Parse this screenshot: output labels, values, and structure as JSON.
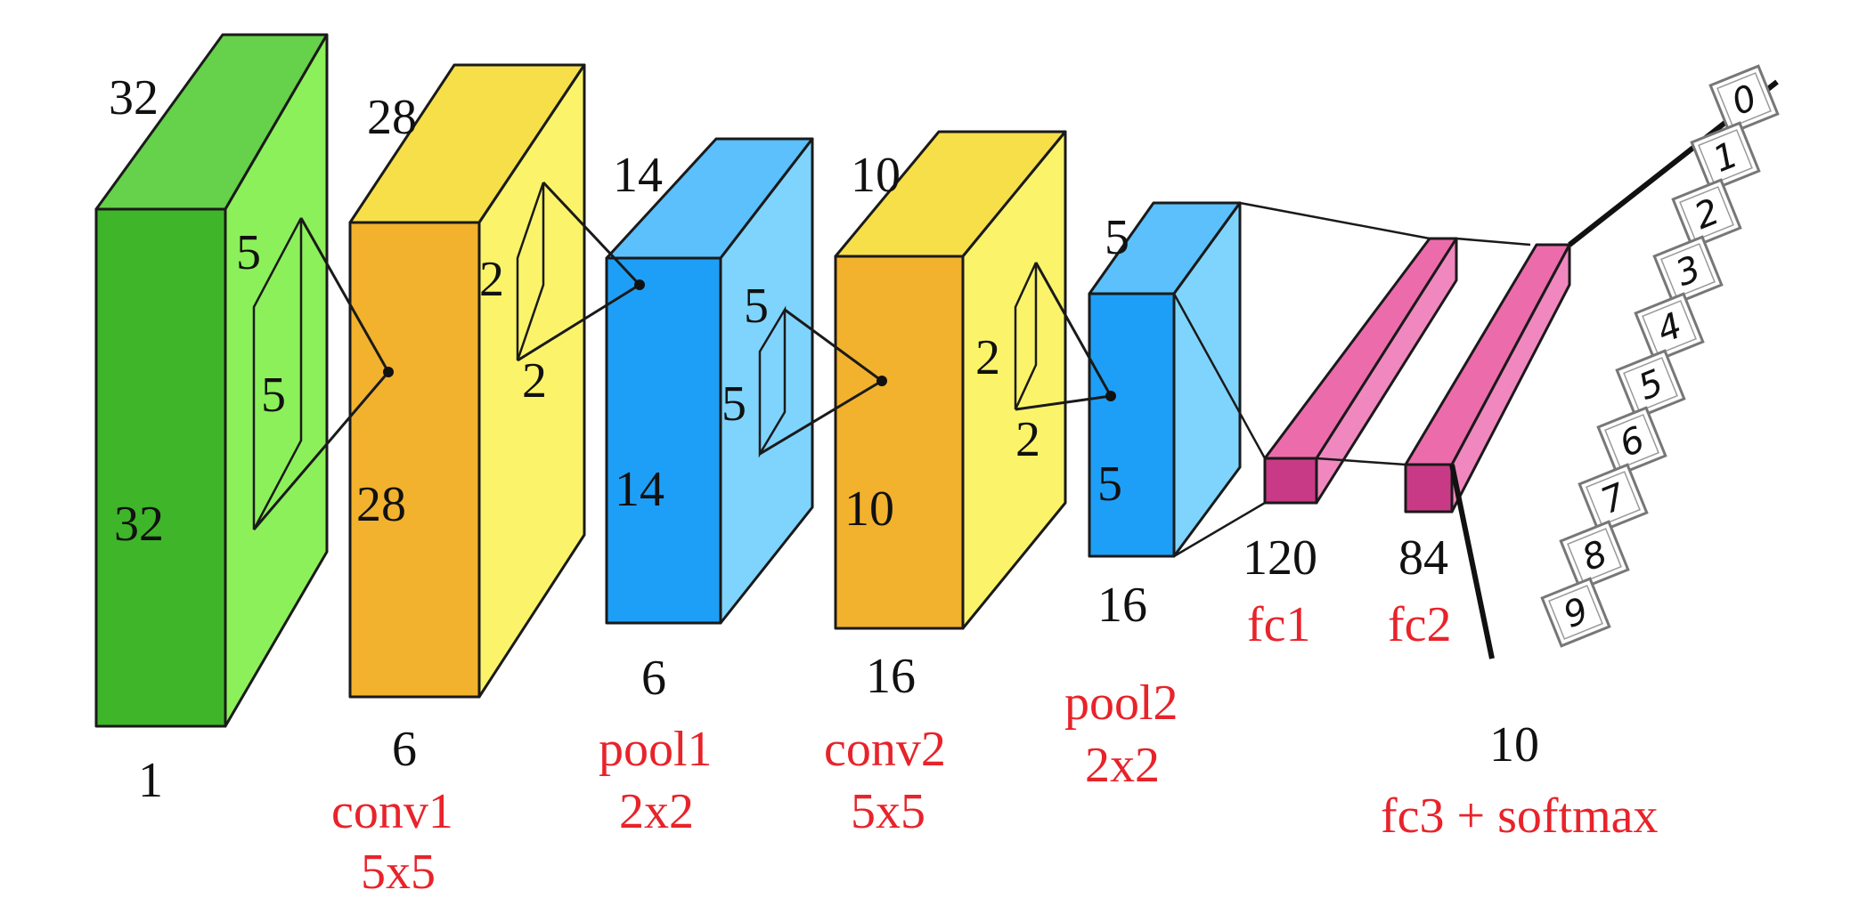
{
  "colors": {
    "green_front": "#3fb52a",
    "green_top": "#66d14a",
    "green_side": "#8cf05a",
    "orange_front": "#f2b22d",
    "yellow_top": "#f7df4a",
    "yellow_side": "#fbf46a",
    "blue_front": "#1e9ff7",
    "blue_top": "#5bc0fb",
    "blue_side": "#7fd4fd",
    "pink_front": "#c93a86",
    "pink_side": "#f088bf",
    "pink_top": "#ec6cab",
    "red_text": "#e8232a"
  },
  "input": {
    "top_label": "32",
    "height_label": "32",
    "channels": "1",
    "kernel_w": "5",
    "kernel_h": "5"
  },
  "conv1": {
    "top_label": "28",
    "height_label": "28",
    "channels": "6",
    "name": "conv1",
    "kernel": "5x5",
    "pool_w": "2",
    "pool_h": "2"
  },
  "pool1": {
    "top_label": "14",
    "height_label": "14",
    "channels": "6",
    "name": "pool1",
    "size": "2x2",
    "kernel_w": "5",
    "kernel_h": "5"
  },
  "conv2": {
    "top_label": "10",
    "height_label": "10",
    "channels": "16",
    "name": "conv2",
    "kernel": "5x5",
    "pool_w": "2",
    "pool_h": "2"
  },
  "pool2": {
    "top_label": "5",
    "height_label": "5",
    "channels": "16",
    "name": "pool2",
    "size": "2x2"
  },
  "fc1": {
    "units": "120",
    "name": "fc1"
  },
  "fc2": {
    "units": "84",
    "name": "fc2"
  },
  "fc3": {
    "units": "10",
    "name": "fc3 + softmax"
  },
  "outputs": [
    "0",
    "1",
    "2",
    "3",
    "4",
    "5",
    "6",
    "7",
    "8",
    "9"
  ]
}
